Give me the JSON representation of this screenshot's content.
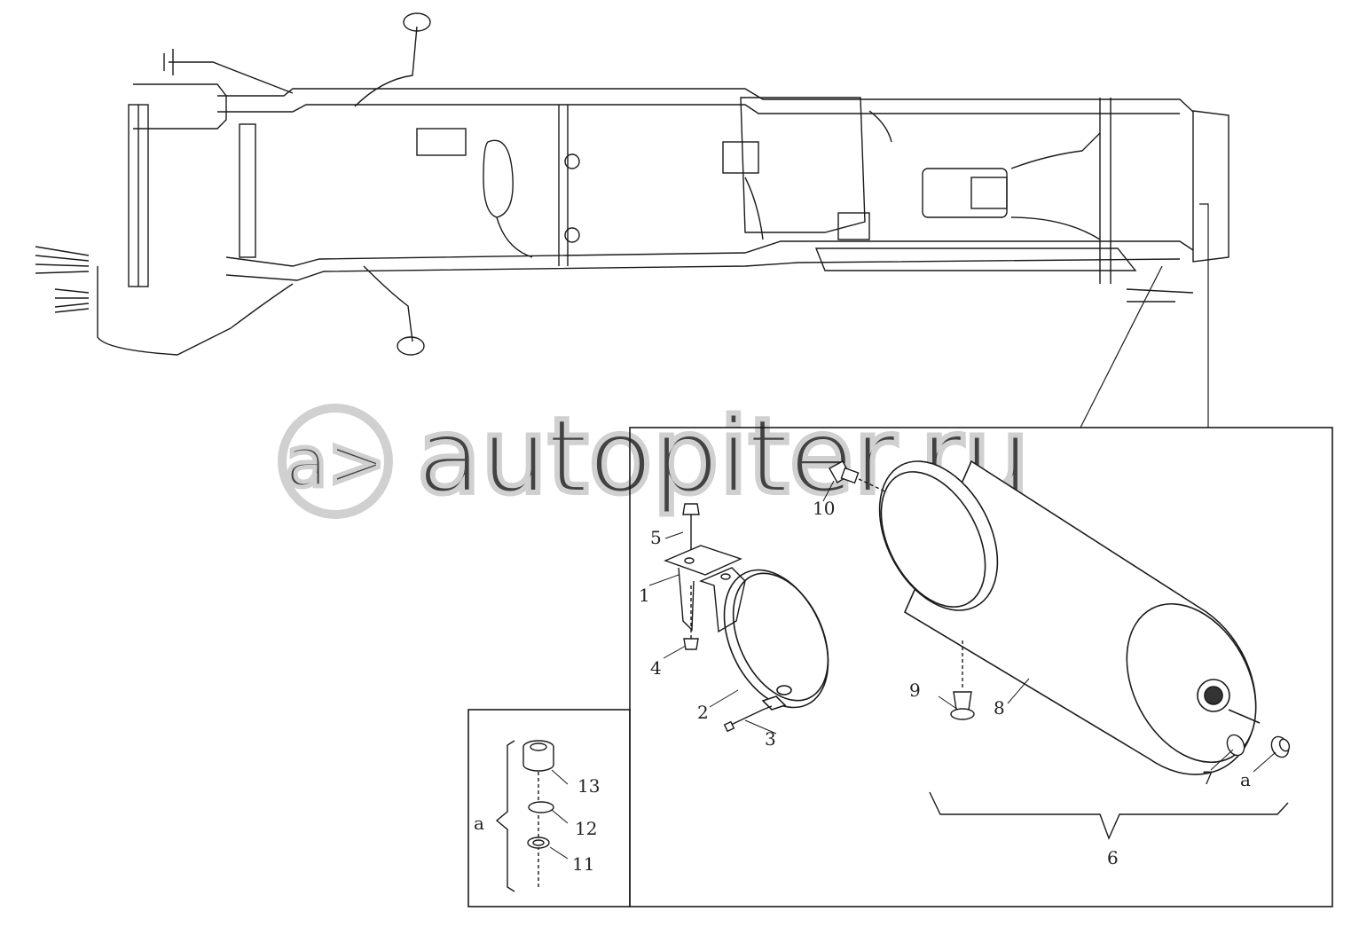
{
  "watermark": {
    "text": "autopiter.ru",
    "logo_glyph": "a>"
  },
  "callouts": {
    "c1": "1",
    "c2": "2",
    "c3": "3",
    "c4": "4",
    "c5": "5",
    "c6": "6",
    "c7": "7",
    "c8": "8",
    "c9": "9",
    "c10": "10",
    "c11": "11",
    "c12": "12",
    "c13": "13",
    "a_main": "a",
    "a_inset": "a"
  },
  "colors": {
    "line": "#1a1a1a",
    "watermark": "#c8c8c8",
    "background": "#ffffff"
  }
}
